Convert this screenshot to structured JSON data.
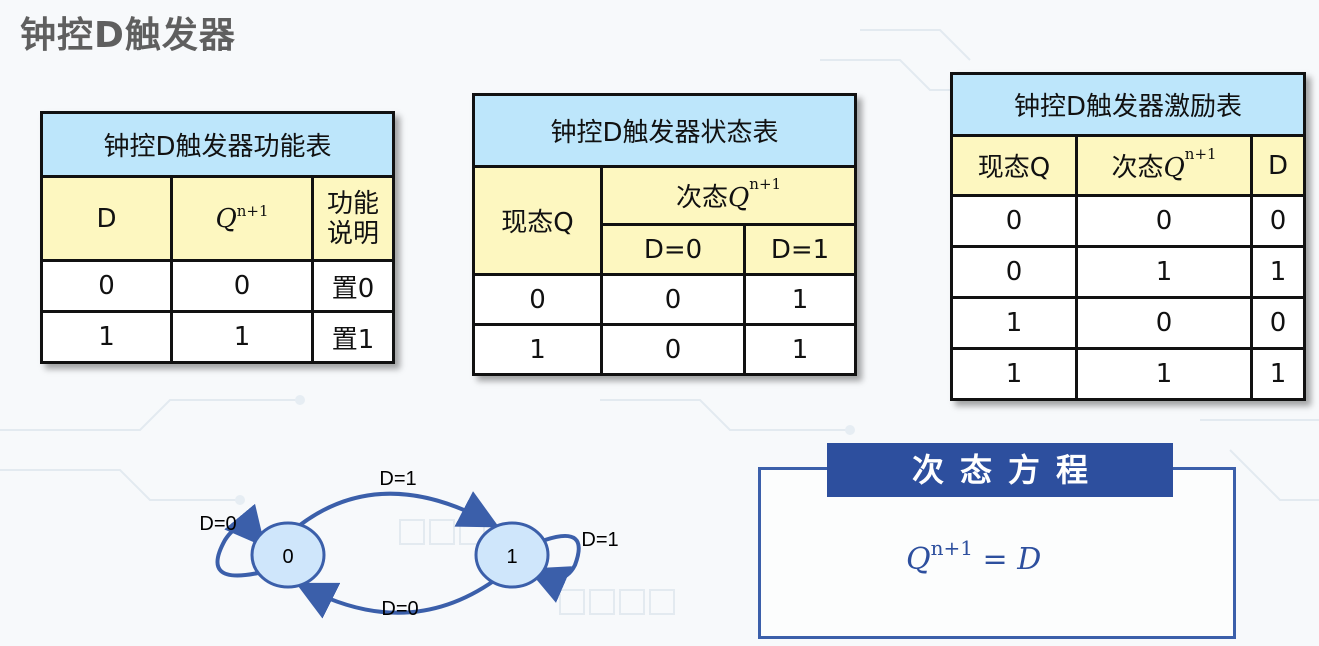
{
  "page_title": "钟控D触发器",
  "function_table": {
    "caption": "钟控D触发器功能表",
    "headers": {
      "d": "D",
      "q_next": "Q",
      "q_next_sup": "n+1",
      "desc_line1": "功能",
      "desc_line2": "说明"
    },
    "rows": [
      {
        "d": "0",
        "q": "0",
        "desc": "置0"
      },
      {
        "d": "1",
        "q": "1",
        "desc": "置1"
      }
    ]
  },
  "state_table": {
    "caption": "钟控D触发器状态表",
    "present": "现态Q",
    "next_prefix": "次态",
    "next_q": "Q",
    "next_sup": "n+1",
    "d0": "D=0",
    "d1": "D=1",
    "rows": [
      {
        "q": "0",
        "d0": "0",
        "d1": "1"
      },
      {
        "q": "1",
        "d0": "0",
        "d1": "1"
      }
    ]
  },
  "excitation_table": {
    "caption": "钟控D触发器激励表",
    "present": "现态Q",
    "next_prefix": "次态",
    "next_q": "Q",
    "next_sup": "n+1",
    "d": "D",
    "rows": [
      {
        "q": "0",
        "qn": "0",
        "d": "0"
      },
      {
        "q": "0",
        "qn": "1",
        "d": "1"
      },
      {
        "q": "1",
        "qn": "0",
        "d": "0"
      },
      {
        "q": "1",
        "qn": "1",
        "d": "1"
      }
    ]
  },
  "state_diagram": {
    "state0": "0",
    "state1": "1",
    "self0": "D=0",
    "top_arc": "D=1",
    "self1": "D=1",
    "bottom_arc": "D=0",
    "colors": {
      "node_fill": "#cfe6fb",
      "node_stroke": "#3b5faa"
    }
  },
  "equation": {
    "header": "次态方程",
    "lhs": "Q",
    "sup": "n+1",
    "rhs": " = D"
  },
  "colors": {
    "caption_bg": "#bde6fb",
    "header_bg": "#fdf7c0",
    "accent": "#2d4f9e"
  }
}
